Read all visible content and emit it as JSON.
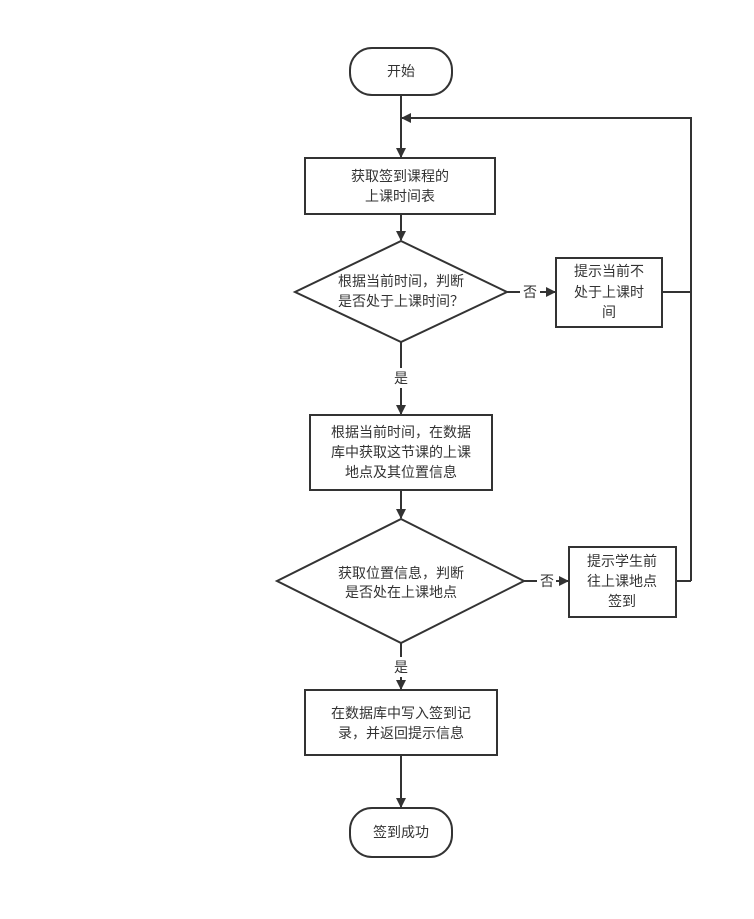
{
  "nodes": {
    "start": {
      "lines": [
        "开始"
      ]
    },
    "get_schedule": {
      "lines": [
        "获取签到课程的",
        "上课时间表"
      ]
    },
    "check_time": {
      "lines": [
        "根据当前时间，判断",
        "是否处于上课时间？"
      ]
    },
    "not_in_time": {
      "lines": [
        "提示当前不",
        "处于上课时",
        "间"
      ]
    },
    "get_location": {
      "lines": [
        "根据当前时间，在数据",
        "库中获取这节课的上课",
        "地点及其位置信息"
      ]
    },
    "check_location": {
      "lines": [
        "获取位置信息，判断",
        "是否处在上课地点"
      ]
    },
    "go_to_location": {
      "lines": [
        "提示学生前",
        "往上课地点",
        "签到"
      ]
    },
    "write_record": {
      "lines": [
        "在数据库中写入签到记",
        "录，并返回提示信息"
      ]
    },
    "end": {
      "lines": [
        "签到成功"
      ]
    }
  },
  "edge_labels": {
    "check_time_no": "否",
    "check_time_yes": "是",
    "check_location_no": "否",
    "check_location_yes": "是"
  }
}
